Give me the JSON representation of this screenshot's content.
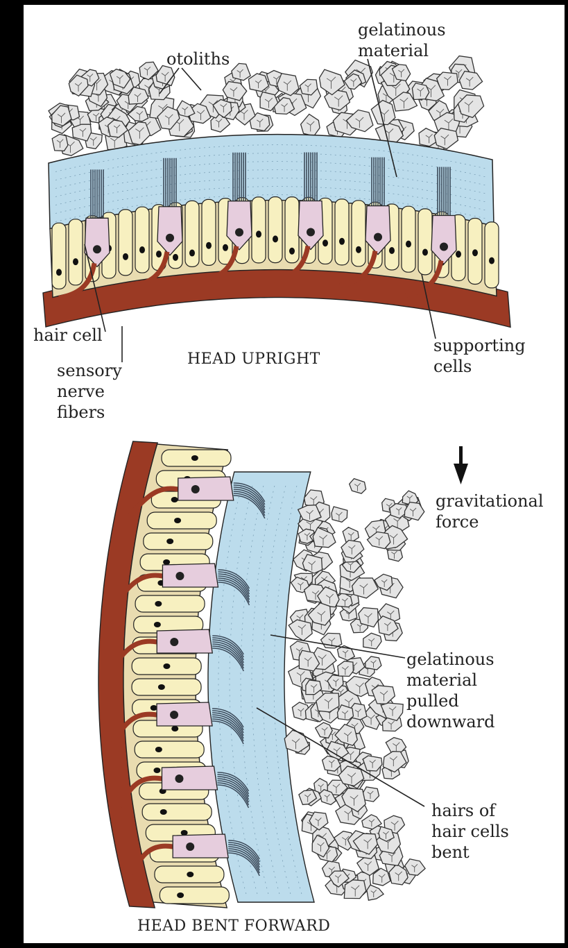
{
  "top_panel": {
    "title": "HEAD UPRIGHT",
    "labels": {
      "otoliths": "otoliths",
      "gelatinous_material": "gelatinous\nmaterial",
      "hair_cell": "hair cell",
      "sensory_nerve_fibers": "sensory\nnerve\nfibers",
      "supporting_cells": "supporting\ncells"
    }
  },
  "bottom_panel": {
    "title": "HEAD BENT FORWARD",
    "labels": {
      "gravitational_force": "gravitational\nforce",
      "gelatinous_pulled": "gelatinous\nmaterial\npulled\ndownward",
      "hairs_bent": "hairs of\nhair cells\nbent"
    }
  },
  "colors": {
    "otolith_fill": "#e4e4e4",
    "gel_fill": "#bcdcec",
    "support_fill": "#f7f0c0",
    "hair_cell_fill": "#e6cddd",
    "nerve_fill": "#9b3a24",
    "base_fill": "#e9dcb0"
  }
}
